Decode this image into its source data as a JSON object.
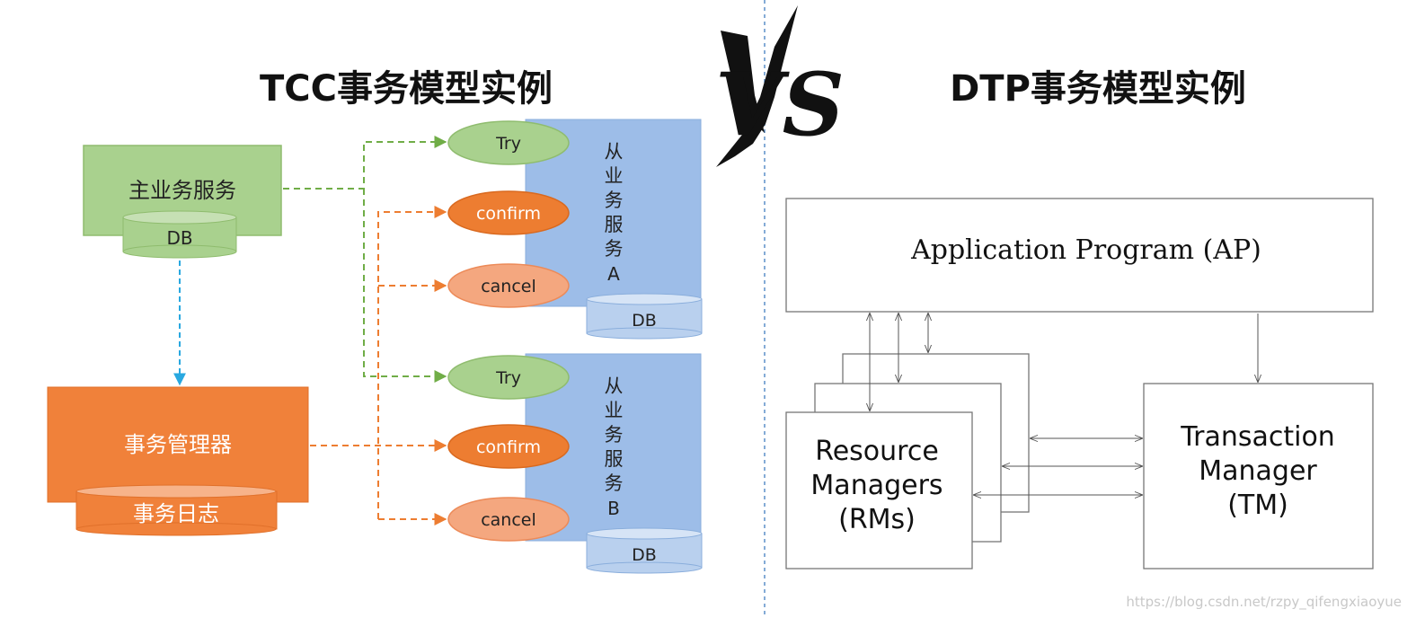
{
  "colors": {
    "green_box": "#a9d18e",
    "green_dark": "#8fbc6e",
    "orange_box": "#f0813a",
    "orange_light": "#f4a77f",
    "blue_box": "#9dbde8",
    "blue_db": "#b9d0ee",
    "green_arrow": "#70ad47",
    "orange_arrow": "#ed7d31",
    "blue_arrow": "#29a8e0",
    "line": "#555555"
  },
  "tcc": {
    "title": "TCC事务模型实例",
    "main_service": "主业务服务",
    "main_db": "DB",
    "tx_manager": "事务管理器",
    "tx_log": "事务日志",
    "service_a": {
      "label_chars": [
        "从",
        "业",
        "务",
        "服",
        "务",
        "A"
      ],
      "try": "Try",
      "confirm": "confirm",
      "cancel": "cancel",
      "db": "DB"
    },
    "service_b": {
      "label_chars": [
        "从",
        "业",
        "务",
        "服",
        "务",
        "B"
      ],
      "try": "Try",
      "confirm": "confirm",
      "cancel": "cancel",
      "db": "DB"
    }
  },
  "vs_text": "VS",
  "dtp": {
    "title": "DTP事务模型实例",
    "ap": "Application Program (AP)",
    "rm_lines": [
      "Resource",
      "Managers",
      "(RMs)"
    ],
    "tm_lines": [
      "Transaction",
      "Manager",
      "(TM)"
    ]
  },
  "watermark": "https://blog.csdn.net/rzpy_qifengxiaoyue"
}
